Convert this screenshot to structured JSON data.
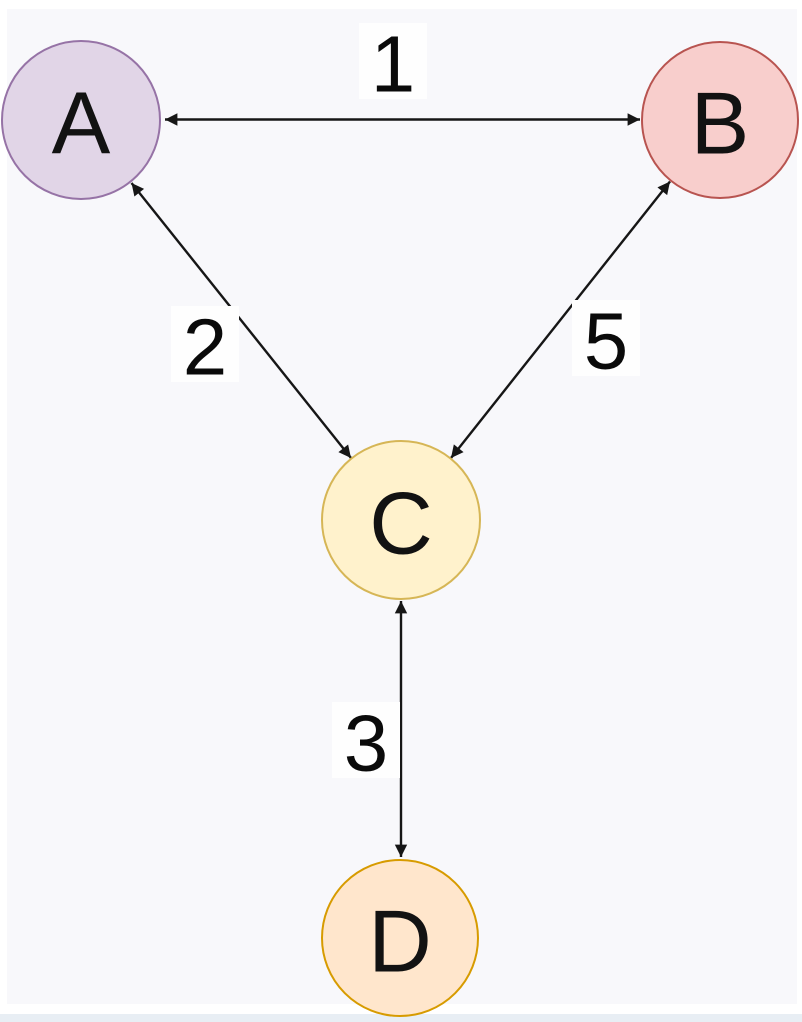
{
  "diagram": {
    "kind": "weighted-undirected-graph"
  },
  "colors": {
    "background": "#F8F8FB",
    "frame": "#FFFFFF",
    "bottom_strip": "#E8EEF4",
    "edge": "#161616",
    "node_text": "#121212",
    "weight_text": "#0A0A0A",
    "weight_chip_bg": "#FEFEFE"
  },
  "nodes": [
    {
      "id": "A",
      "label": "A",
      "fill": "#E1D5E7",
      "stroke": "#9673A6"
    },
    {
      "id": "B",
      "label": "B",
      "fill": "#F8CECC",
      "stroke": "#B85450"
    },
    {
      "id": "C",
      "label": "C",
      "fill": "#FFF2CC",
      "stroke": "#D6B656"
    },
    {
      "id": "D",
      "label": "D",
      "fill": "#FFE6CC",
      "stroke": "#D79B00"
    }
  ],
  "graph": {
    "edges": [
      {
        "from": "A",
        "to": "B",
        "weight": "1",
        "bidirectional": true
      },
      {
        "from": "A",
        "to": "C",
        "weight": "2",
        "bidirectional": true
      },
      {
        "from": "B",
        "to": "C",
        "weight": "5",
        "bidirectional": true
      },
      {
        "from": "C",
        "to": "D",
        "weight": "3",
        "bidirectional": true
      }
    ]
  }
}
